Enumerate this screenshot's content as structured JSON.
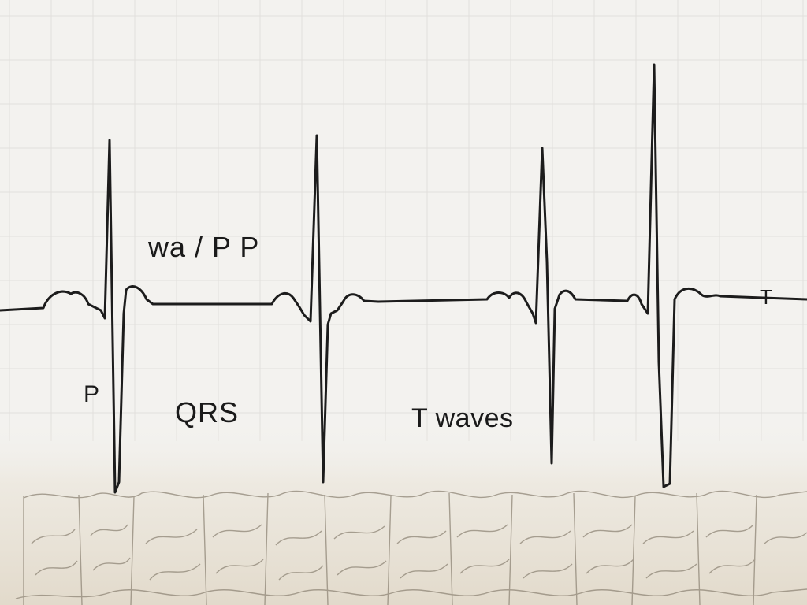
{
  "labels": {
    "top": "wa / P P",
    "p": "P",
    "qrs": "QRS",
    "t_waves": "T waves",
    "t_end": "T"
  },
  "colors": {
    "background": "#f3f2ef",
    "grid": "#e1e0dc",
    "trace": "#1c1c1c",
    "texture_base": "#e6dfd2",
    "texture_line": "#8f8677"
  }
}
